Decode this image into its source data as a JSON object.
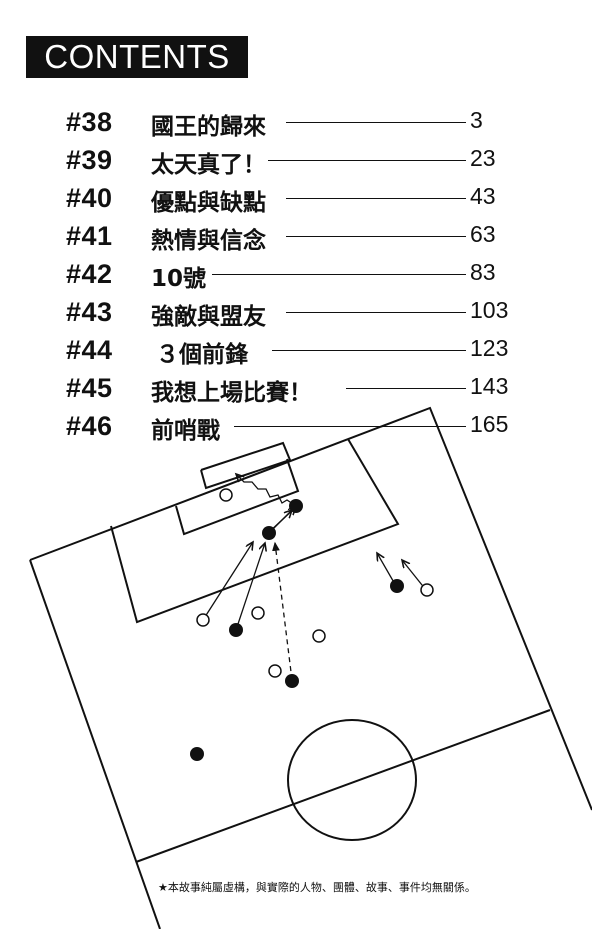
{
  "header": {
    "title": "CONTENTS"
  },
  "toc": [
    {
      "number": "#38",
      "title": "國王的歸來",
      "page": "3"
    },
    {
      "number": "#39",
      "title": "太天真了！",
      "page": "23"
    },
    {
      "number": "#40",
      "title": "優點與缺點",
      "page": "43"
    },
    {
      "number": "#41",
      "title": "熱情與信念",
      "page": "63"
    },
    {
      "number": "#42",
      "title": "10號",
      "page": "83"
    },
    {
      "number": "#43",
      "title": "強敵與盟友",
      "page": "103"
    },
    {
      "number": "#44",
      "title": "３個前鋒",
      "page": "123"
    },
    {
      "number": "#45",
      "title": "我想上場比賽！",
      "page": "143"
    },
    {
      "number": "#46",
      "title": "前哨戰",
      "page": "165"
    }
  ],
  "footer": {
    "disclaimer": "★本故事純屬虛構，與實際的人物、團體、故事、事件均無關係。"
  },
  "colors": {
    "ink": "#111111",
    "paper": "#ffffff"
  }
}
